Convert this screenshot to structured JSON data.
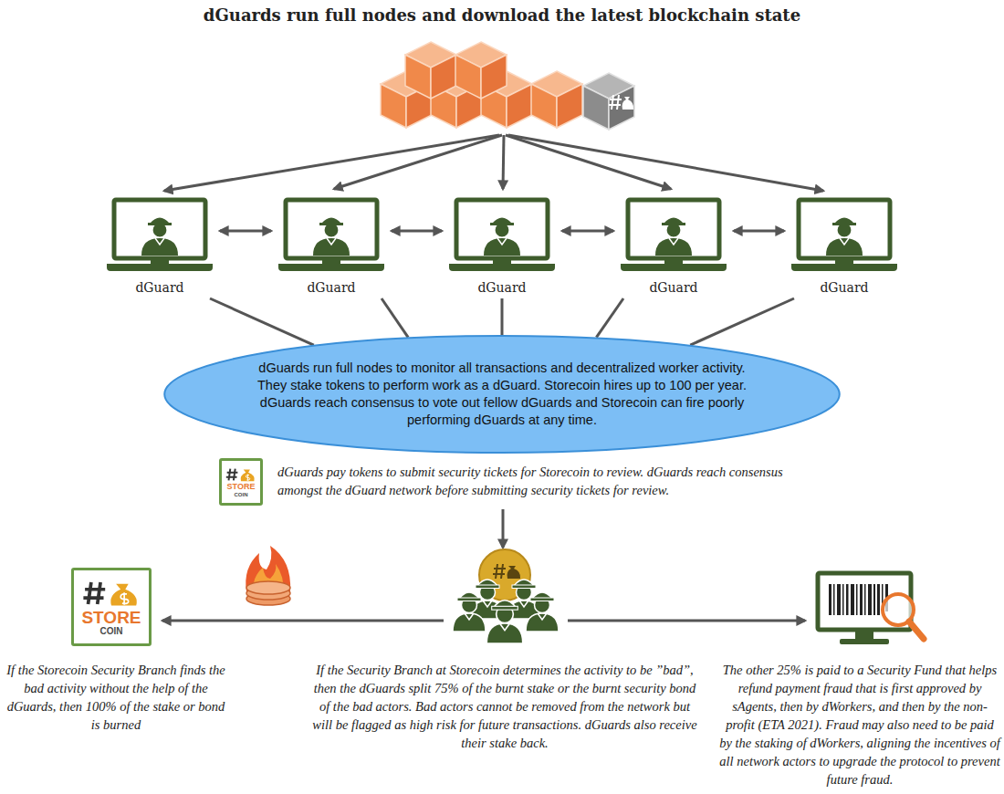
{
  "diagram": {
    "title": "dGuards run full nodes and download the latest blockchain state",
    "nodes": [
      {
        "text": [
          "dGuard"
        ]
      },
      {
        "text": [
          "dGuard"
        ]
      },
      {
        "text": [
          "dGuard"
        ]
      },
      {
        "text": [
          "dGuard"
        ]
      },
      {
        "text": [
          "dGuard"
        ]
      },
      {
        "text": [
          "dGuards run full nodes to monitor all transactions and decentralized worker activity. They stake tokens to perform work as a dGuard. Storecoin hires up to 100 per year. dGuards reach consensus to vote out fellow dGuards and Storecoin can fire poorly performing dGuards at any time."
        ]
      },
      {
        "text": [
          "STORE",
          "COIN"
        ]
      },
      {
        "text": [
          "STORE",
          "COIN"
        ]
      }
    ],
    "edges": [
      {
        "from": 0,
        "to": 1,
        "arrow": "both"
      },
      {
        "from": 1,
        "to": 2,
        "arrow": "both"
      },
      {
        "from": 2,
        "to": 3,
        "arrow": "both"
      },
      {
        "from": 3,
        "to": 4,
        "arrow": "both"
      },
      {
        "from": 0,
        "to": 5,
        "arrow": "none"
      },
      {
        "from": 1,
        "to": 5,
        "arrow": "none"
      },
      {
        "from": 2,
        "to": 5,
        "arrow": "none"
      },
      {
        "from": 3,
        "to": 5,
        "arrow": "none"
      },
      {
        "from": 4,
        "to": 5,
        "arrow": "none"
      }
    ],
    "labels": [
      "dGuards pay tokens to submit security tickets for Storecoin to review. dGuards reach consensus amongst the dGuard network before submitting security tickets for review.",
      "If the Storecoin Security Branch finds the bad activity without the help of the dGuards, then 100% of the stake or bond is burned",
      "If the Security Branch at Storecoin determines the activity to be ”bad”, then the dGuards split 75% of the burnt stake or the burnt security bond of the bad actors. Bad actors cannot be removed from the network but will be flagged as high risk for future transactions. dGuards also receive their stake back.",
      "The other 25% is paid to a Security Fund that helps refund payment fraud that is first approved by sAgents, then by dWorkers, and then by the non-profit (ETA 2021). Fraud may also need to be paid by the staking of dWorkers, aligning the incentives of all network actors to upgrade the protocol to prevent future fraud."
    ]
  }
}
